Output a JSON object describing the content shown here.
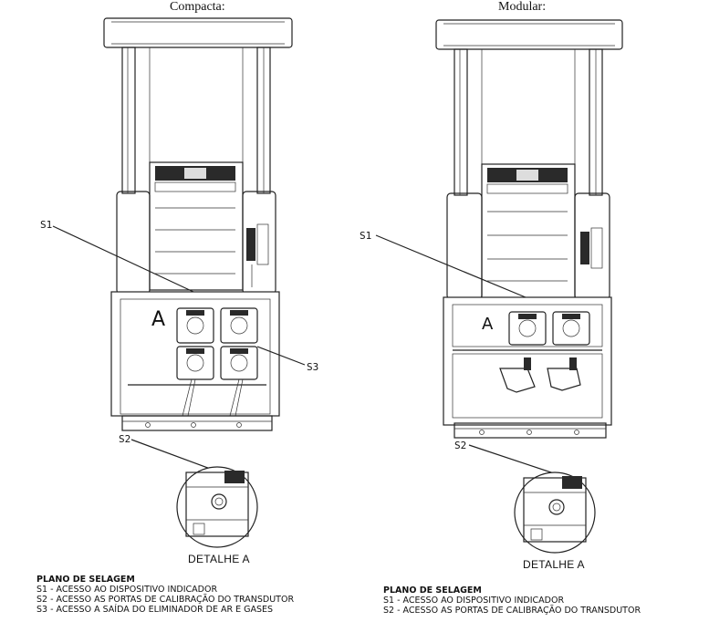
{
  "left": {
    "title": "Compacta:",
    "callouts": {
      "s1": "S1",
      "s2": "S2",
      "s3": "S3"
    },
    "section_letter": "A",
    "detail_label": "DETALHE A",
    "legend": {
      "heading": "PLANO DE SELAGEM",
      "items": [
        "S1 - ACESSO AO DISPOSITIVO INDICADOR",
        "S2 - ACESSO AS PORTAS DE CALIBRAÇÃO DO TRANSDUTOR",
        "S3 - ACESSO A SAÍDA DO ELIMINADOR DE AR E GASES"
      ]
    }
  },
  "right": {
    "title": "Modular:",
    "callouts": {
      "s1": "S1",
      "s2": "S2"
    },
    "section_letter": "A",
    "detail_label": "DETALHE A",
    "legend": {
      "heading": "PLANO DE SELAGEM",
      "items": [
        "S1 - ACESSO AO DISPOSITIVO INDICADOR",
        "S2 - ACESSO AS PORTAS DE CALIBRAÇÃO DO TRANSDUTOR"
      ]
    }
  }
}
